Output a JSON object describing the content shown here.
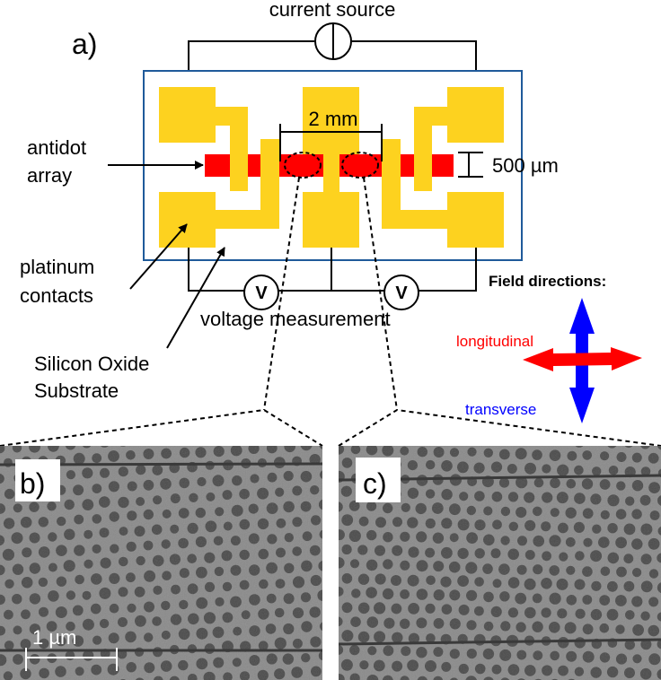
{
  "figure": {
    "panel_a_label": "a)",
    "panel_b_label": "b)",
    "panel_c_label": "c)",
    "current_source_label": "current source",
    "voltage_measurement_label": "voltage measurement",
    "voltmeter_symbol": "V",
    "dimension_length": "2 mm",
    "dimension_width": "500 µm",
    "antidot_label_line1": "antidot",
    "antidot_label_line2": "array",
    "platinum_label_line1": "platinum",
    "platinum_label_line2": "contacts",
    "substrate_label_line1": "Silicon Oxide",
    "substrate_label_line2": "Substrate",
    "field_directions_title": "Field directions:",
    "longitudinal_label": "longitudinal",
    "transverse_label": "transverse",
    "scale_bar_label": "1 µm"
  },
  "colors": {
    "contact_yellow": "#FDD21F",
    "antidot_red": "#FF0000",
    "substrate_border_blue": "#1F5A9A",
    "longitudinal_red": "#FF0000",
    "transverse_blue": "#0000FF",
    "sem_background": "#8a8a8a",
    "sem_hole": "#4a4a4a"
  }
}
